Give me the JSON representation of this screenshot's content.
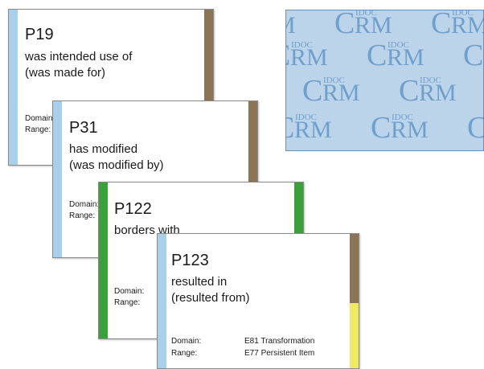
{
  "colors": {
    "blue_bar": "#a8d0ea",
    "brown_bar": "#8c7456",
    "green_bar": "#3aa03a",
    "yellow_bar": "#eeea66",
    "logo_bg": "#bcd4ea",
    "logo_text": "#6f9fcc"
  },
  "logo": {
    "main": "CRM",
    "superscript": "IDOC"
  },
  "cards": [
    {
      "code": "P19",
      "label_line1": "was intended use of",
      "label_line2": "(was made for)",
      "domain_label": "Domain:",
      "range_label": "Range:"
    },
    {
      "code": "P31",
      "label_line1": "has modified",
      "label_line2": "(was modified by)",
      "domain_label": "Domain:",
      "range_label": "Range:"
    },
    {
      "code": "P122",
      "label_line1": "borders with",
      "domain_label": "Domain:",
      "range_label": "Range:"
    },
    {
      "code": "P123",
      "label_line1": "resulted in",
      "label_line2": "(resulted from)",
      "domain_label": "Domain:",
      "domain_value": "E81 Transformation",
      "range_label": "Range:",
      "range_value": "E77 Persistent Item"
    }
  ]
}
